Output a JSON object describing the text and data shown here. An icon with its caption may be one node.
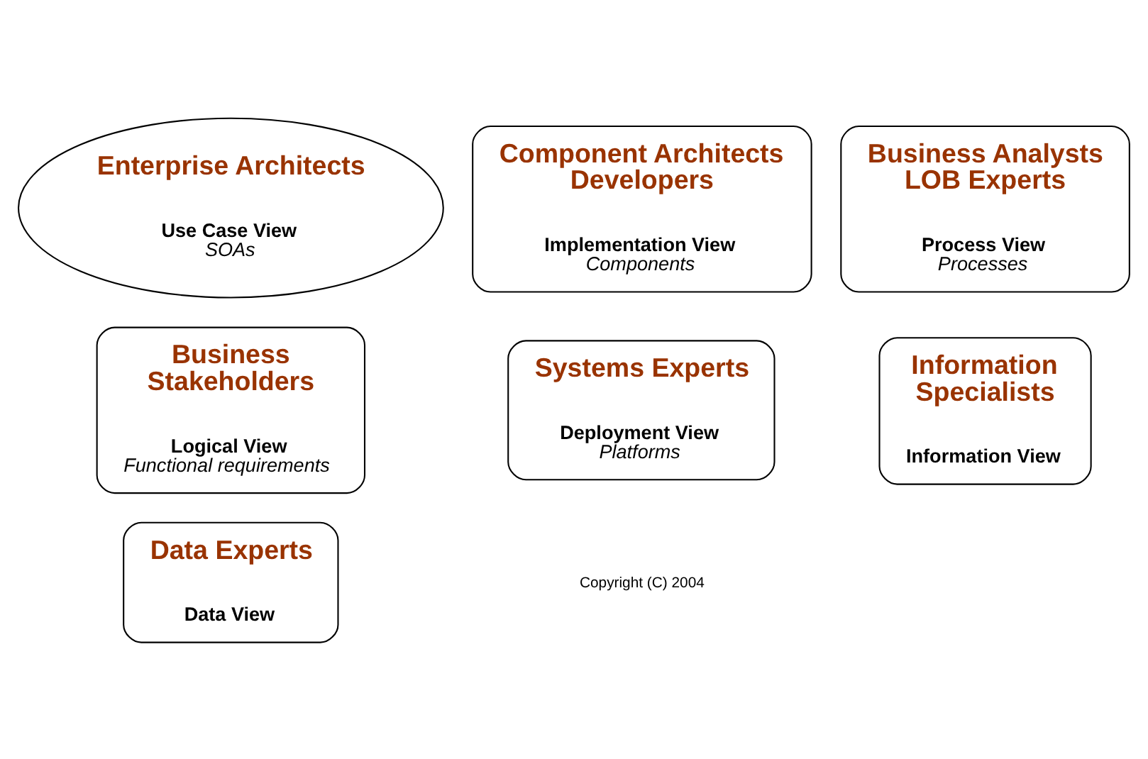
{
  "diagram": {
    "nodes": [
      {
        "text": [
          "Business Stakeholders",
          "Logical View",
          "Functional requirements"
        ]
      },
      {
        "text": [
          "Component Architects Developers",
          "Implementation View",
          "Components"
        ]
      },
      {
        "text": [
          "Information Specialists",
          "Information View"
        ]
      },
      {
        "text": [
          "Enterprise Architects",
          "Use Case View",
          "SOAs"
        ]
      },
      {
        "text": [
          "Data Experts",
          "Data View"
        ]
      },
      {
        "text": [
          "Systems Experts",
          "Deployment View",
          "Platforms"
        ]
      },
      {
        "text": [
          "Business Analysts LOB Experts",
          "Process View",
          "Processes"
        ]
      }
    ],
    "edges": [],
    "labels": [
      "Copyright (C) 2004"
    ]
  }
}
